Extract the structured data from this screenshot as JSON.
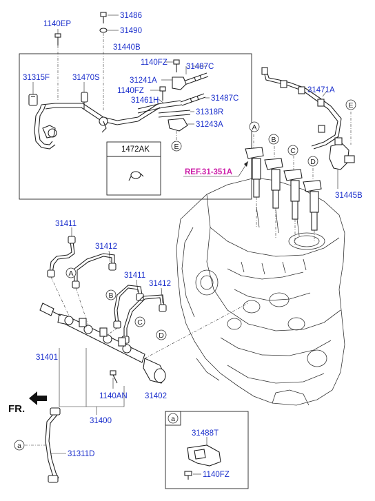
{
  "labels": {
    "p1140EP": "1140EP",
    "p31486": "31486",
    "p31490": "31490",
    "p31440B": "31440B",
    "p31315F": "31315F",
    "p31470S": "31470S",
    "p1140FZ_a": "1140FZ",
    "p31487C_a": "31487C",
    "p31241A": "31241A",
    "p1140FZ_b": "1140FZ",
    "p31487C_b": "31487C",
    "p31461H": "31461H",
    "p31318R": "31318R",
    "p31243A": "31243A",
    "p1472AK": "1472AK",
    "p31471A": "31471A",
    "ref": "REF.31-351A",
    "p31445B": "31445B",
    "p31411_a": "31411",
    "p31412_a": "31412",
    "p31411_b": "31411",
    "p31412_b": "31412",
    "p31401": "31401",
    "p1140AN": "1140AN",
    "p31402": "31402",
    "p31400": "31400",
    "fr": "FR.",
    "p31311D": "31311D",
    "p31488T": "31488T",
    "p1140FZ_c": "1140FZ"
  },
  "markers": {
    "A": "A",
    "B": "B",
    "C": "C",
    "D": "D",
    "E": "E",
    "a": "a"
  }
}
